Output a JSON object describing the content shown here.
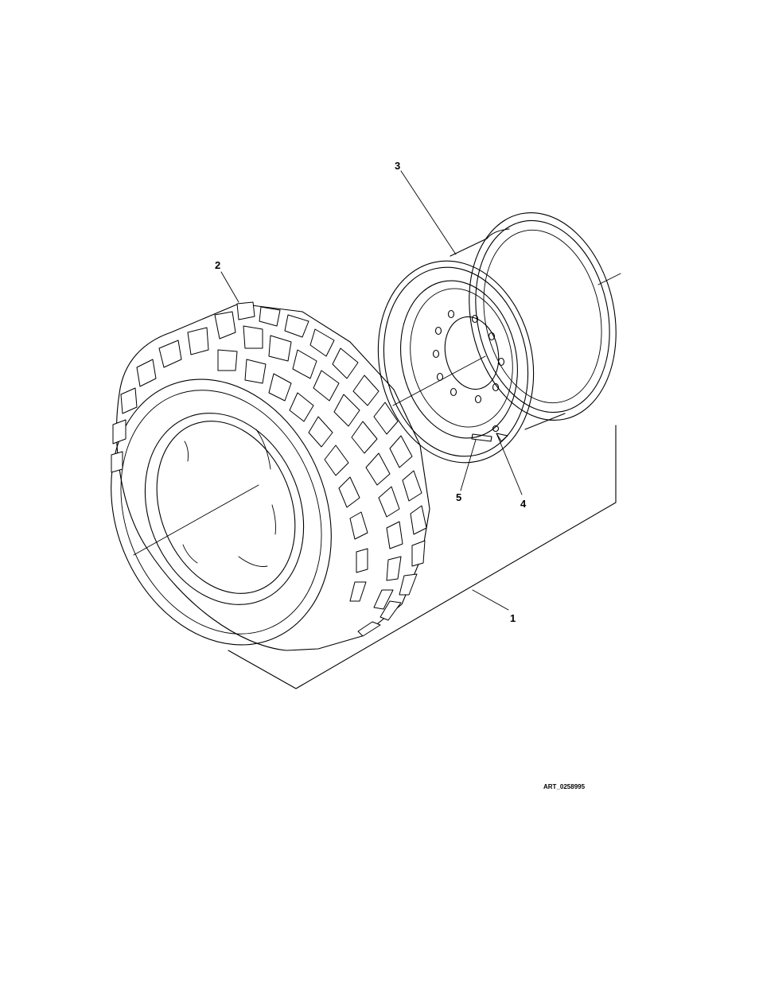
{
  "diagram": {
    "callouts": [
      {
        "id": "callout-1",
        "label": "1"
      },
      {
        "id": "callout-2",
        "label": "2"
      },
      {
        "id": "callout-3",
        "label": "3"
      },
      {
        "id": "callout-4",
        "label": "4"
      },
      {
        "id": "callout-5",
        "label": "5"
      }
    ],
    "art_id": "ART_0258995"
  }
}
